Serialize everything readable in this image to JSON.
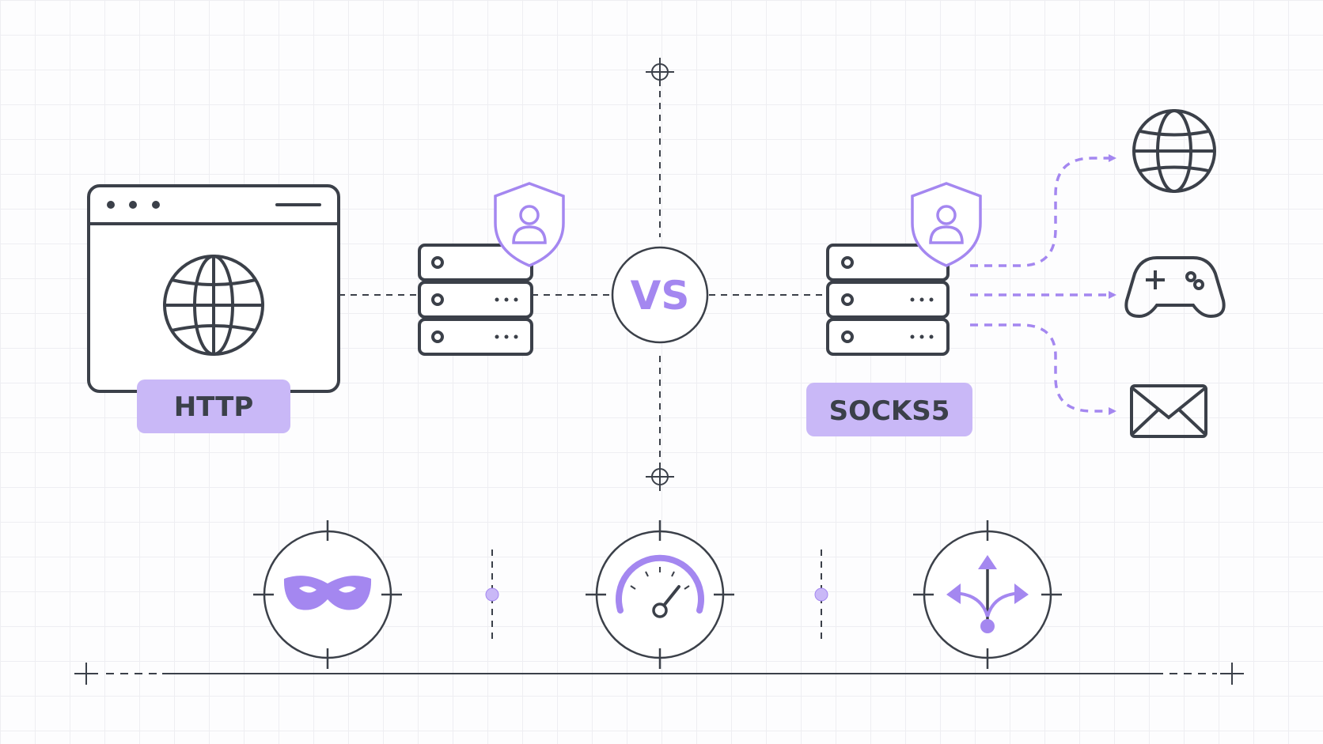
{
  "labels": {
    "left_protocol": "HTTP",
    "center": "VS",
    "right_protocol": "SOCKS5"
  },
  "icons": {
    "left_client": "browser-window-icon",
    "left_server": "server-stack-icon",
    "left_shield": "user-shield-icon",
    "right_server": "server-stack-icon",
    "right_shield": "user-shield-icon",
    "dest_web": "globe-icon",
    "dest_game": "gamepad-icon",
    "dest_mail": "envelope-icon",
    "feature_1": "mask-icon",
    "feature_2": "speedometer-icon",
    "feature_3": "split-arrows-icon"
  },
  "colors": {
    "line": "#3b4049",
    "accent": "#a487f0",
    "accent_fill": "#c9b8f7",
    "label_text": "#3b4049"
  }
}
